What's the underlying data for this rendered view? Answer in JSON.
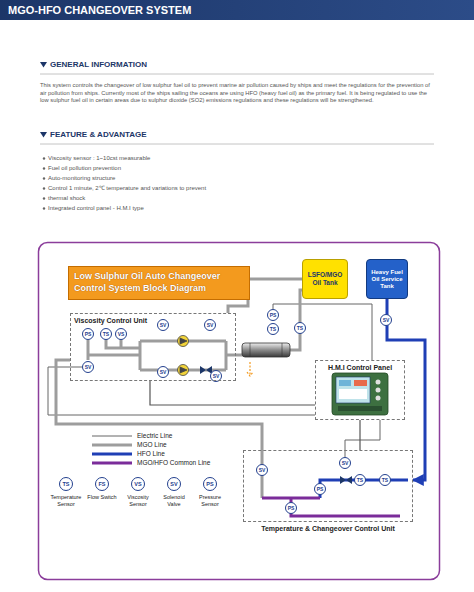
{
  "diagram": {
    "title": "MGO-HFO CHANGEOVER SYSTEM",
    "nodes": [
      {
        "text": [
          "Low Sulphur Oil Auto Changeover Control System Block Diagram"
        ]
      },
      {
        "text": [
          "LSFO/MGO Oil Tank"
        ]
      },
      {
        "text": [
          "Heavy Fuel Oil Service Tank"
        ]
      },
      {
        "text": [
          "Viscosity Control Unit"
        ]
      },
      {
        "text": [
          "H.M.I Control Panel"
        ]
      },
      {
        "text": [
          "Temperature & Changeover Control Unit"
        ]
      }
    ],
    "edges": [
      {
        "from": 1,
        "to": 3,
        "arrow": "none"
      },
      {
        "from": 2,
        "to": 5,
        "arrow": "to"
      },
      {
        "from": 4,
        "to": 3,
        "arrow": "none"
      },
      {
        "from": 4,
        "to": 5,
        "arrow": "none"
      },
      {
        "from": 3,
        "to": 5,
        "arrow": "none"
      }
    ],
    "labels": [
      "GENERAL INFORMATION",
      "This system controls the changeover of low sulphur fuel oil to prevent marine air pollution caused by ships and meet the regulations for the prevention of air pollution from ships. Currently most of the ships sailing the oceans are using HFO (heavy fuel oil) as the primary fuel. It is being regulated to use the low sulphur fuel oil in certain areas due to sulphur dioxide (SO2) emissions regulations and these regulations will be strengthened.",
      "FEATURE & ADVANTAGE",
      "Viscosity sensor : 1~10cst measurable",
      "Fuel oil pollution prevention",
      "Auto-monitoring structure",
      "Control 1 minute, 2℃ temperature and variations to prevent",
      "thermal shock",
      "Integrated control panel - H.M.I type",
      "PS",
      "TS",
      "VS",
      "SV",
      "SV",
      "SV",
      "SV",
      "SV",
      "PS",
      "TS",
      "TS",
      "SV",
      "SV",
      "TS",
      "SV",
      "PS",
      "TS",
      "PS",
      "TS",
      "Temperature Sensor",
      "FS",
      "Flow Switch",
      "VS",
      "Viscosity Sensor",
      "SV",
      "Solenoid Valve",
      "PS",
      "Pressure Sensor"
    ],
    "legend": [
      {
        "text": "Electric Line"
      },
      {
        "text": "MGO Line"
      },
      {
        "text": "HFO Line"
      },
      {
        "text": "MGO/HFO Common Line"
      }
    ]
  }
}
